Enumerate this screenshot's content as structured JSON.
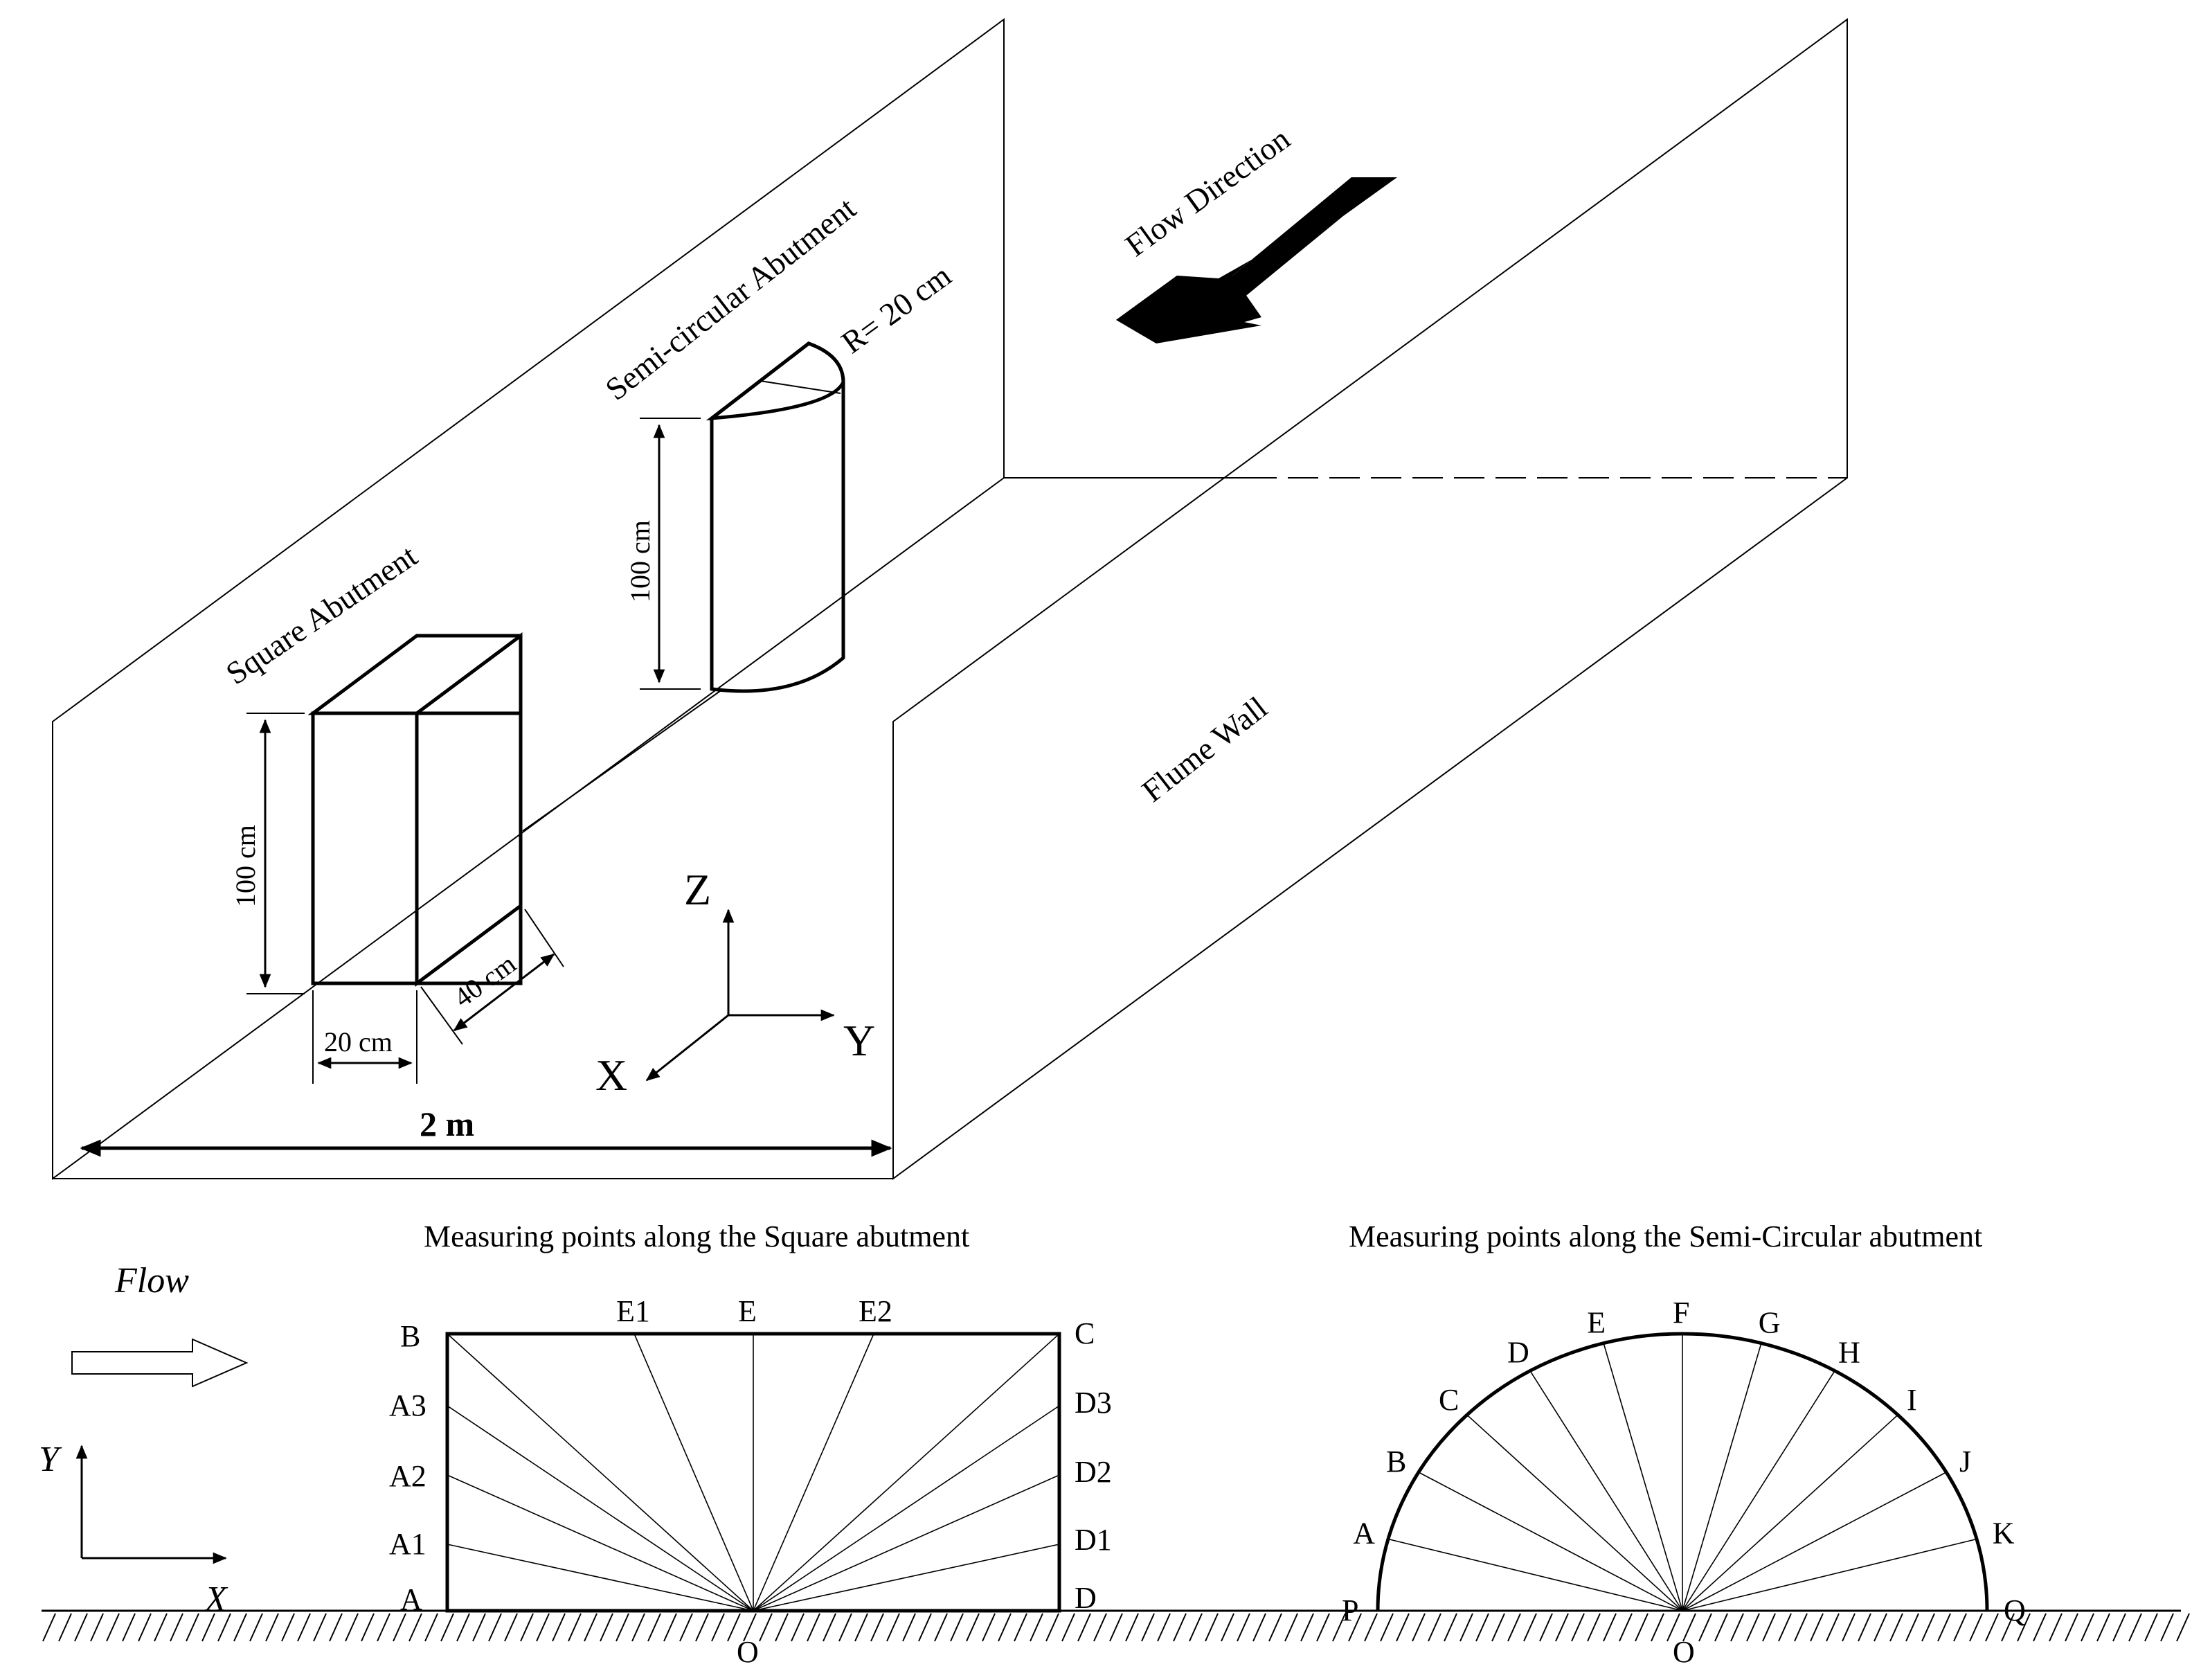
{
  "top_view": {
    "square_abutment_label": "Square Abutment",
    "semicircular_abutment_label": "Semi-circular Abutment",
    "flow_direction_label": "Flow Direction",
    "flume_wall_label": "Flume Wall",
    "radius_label": "R= 20 cm",
    "height_square_label": "100 cm",
    "height_semi_label": "100 cm",
    "width_label": "20 cm",
    "depth_label": "40 cm",
    "flume_width_label": "2 m",
    "axes": {
      "z": "Z",
      "y": "Y",
      "x": "X"
    }
  },
  "bottom_left": {
    "flow_label": "Flow",
    "axis_y": "Y",
    "axis_x": "X"
  },
  "square_plan": {
    "title": "Measuring points along the Square abutment",
    "origin": "O",
    "top_labels": [
      "E1",
      "E",
      "E2"
    ],
    "left_labels": [
      "B",
      "A3",
      "A2",
      "A1",
      "A"
    ],
    "right_labels": [
      "C",
      "D3",
      "D2",
      "D1",
      "D"
    ]
  },
  "semi_plan": {
    "title": "Measuring points along the Semi-Circular abutment",
    "origin": "O",
    "arc_labels": [
      "P",
      "A",
      "B",
      "C",
      "D",
      "E",
      "F",
      "G",
      "H",
      "I",
      "J",
      "K",
      "Q"
    ]
  }
}
